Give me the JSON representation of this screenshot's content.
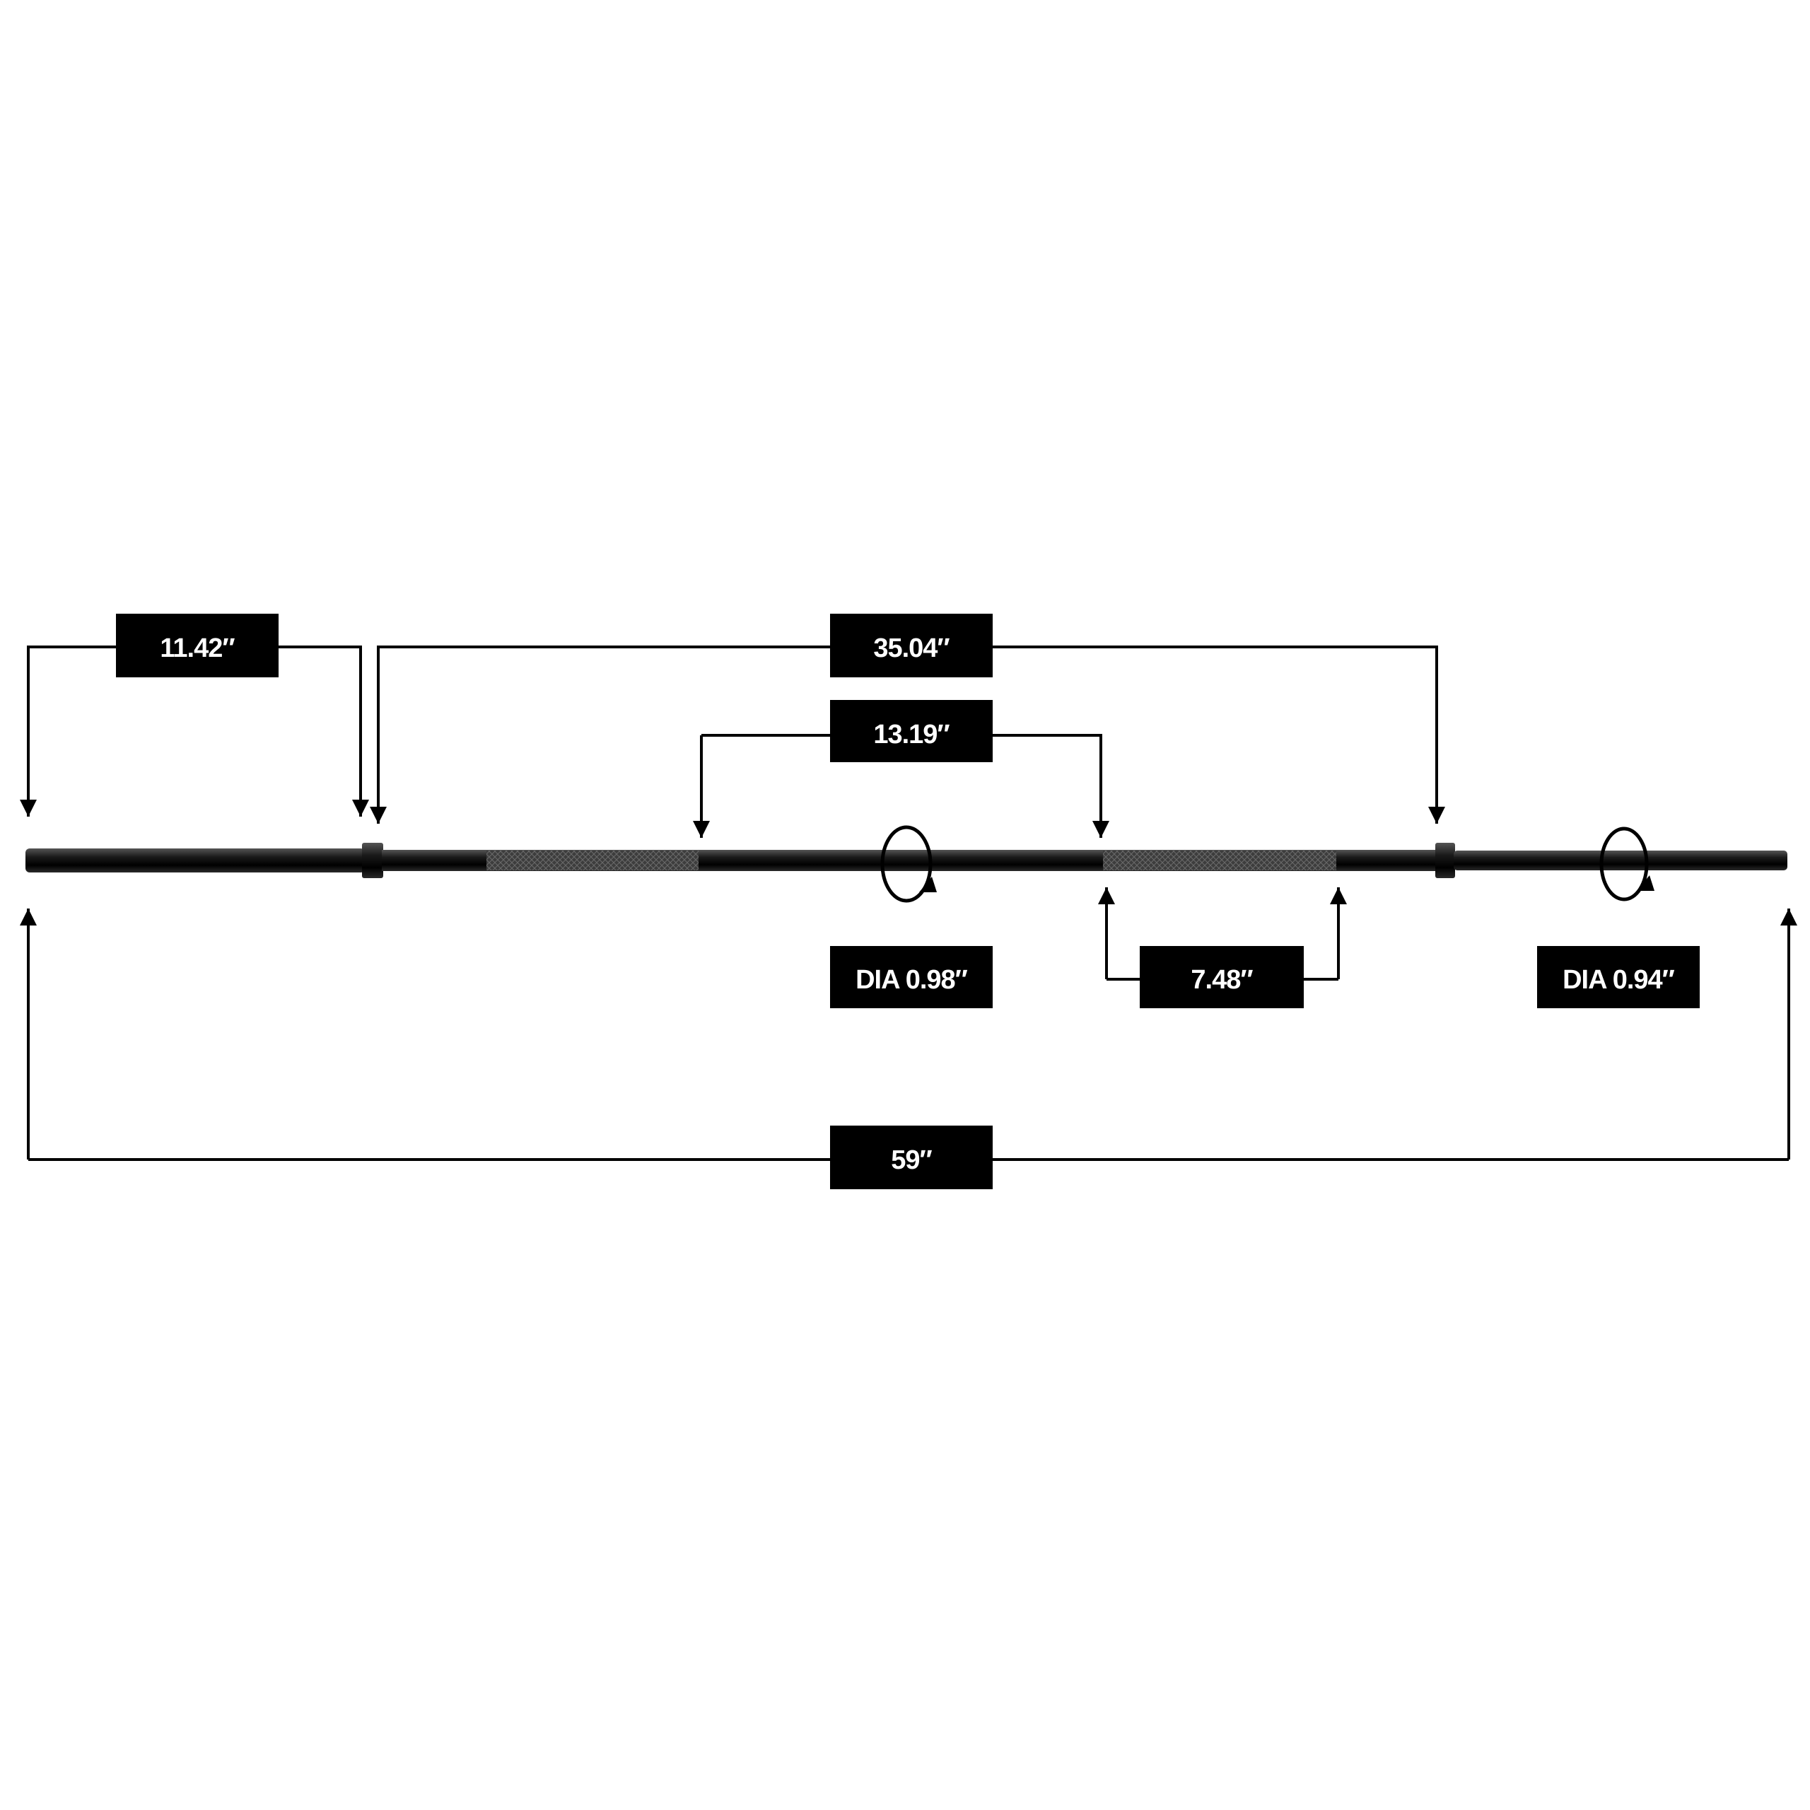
{
  "dimensions": {
    "outer_sleeve": "11.42″",
    "inner_span": "35.04″",
    "grip_knurl": "13.19″",
    "center_knurl": "7.48″",
    "total_length": "59″",
    "shaft_diameter": "DIA 0.98″",
    "sleeve_diameter": "DIA 0.94″"
  },
  "colors": {
    "ink": "#000000",
    "background": "#ffffff",
    "bar": "#111111",
    "knurl": "#3a3a3a"
  },
  "icons": [
    "arrow-head-icon",
    "rotation-arrow-icon"
  ]
}
